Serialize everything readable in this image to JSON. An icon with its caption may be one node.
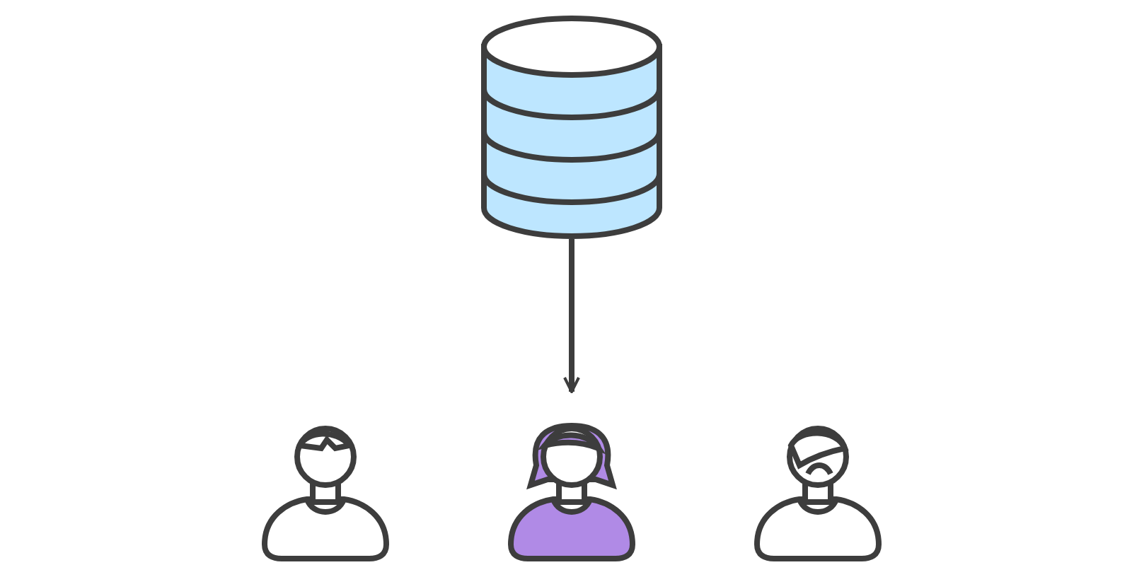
{
  "diagram": {
    "nodes": [
      {
        "text": [],
        "shape": "cylinder"
      },
      {
        "text": [],
        "shape": "person"
      },
      {
        "text": [],
        "shape": "person"
      },
      {
        "text": [],
        "shape": "person"
      }
    ],
    "edges": [
      {
        "from": 0,
        "to": 2,
        "arrow": "to"
      }
    ]
  }
}
